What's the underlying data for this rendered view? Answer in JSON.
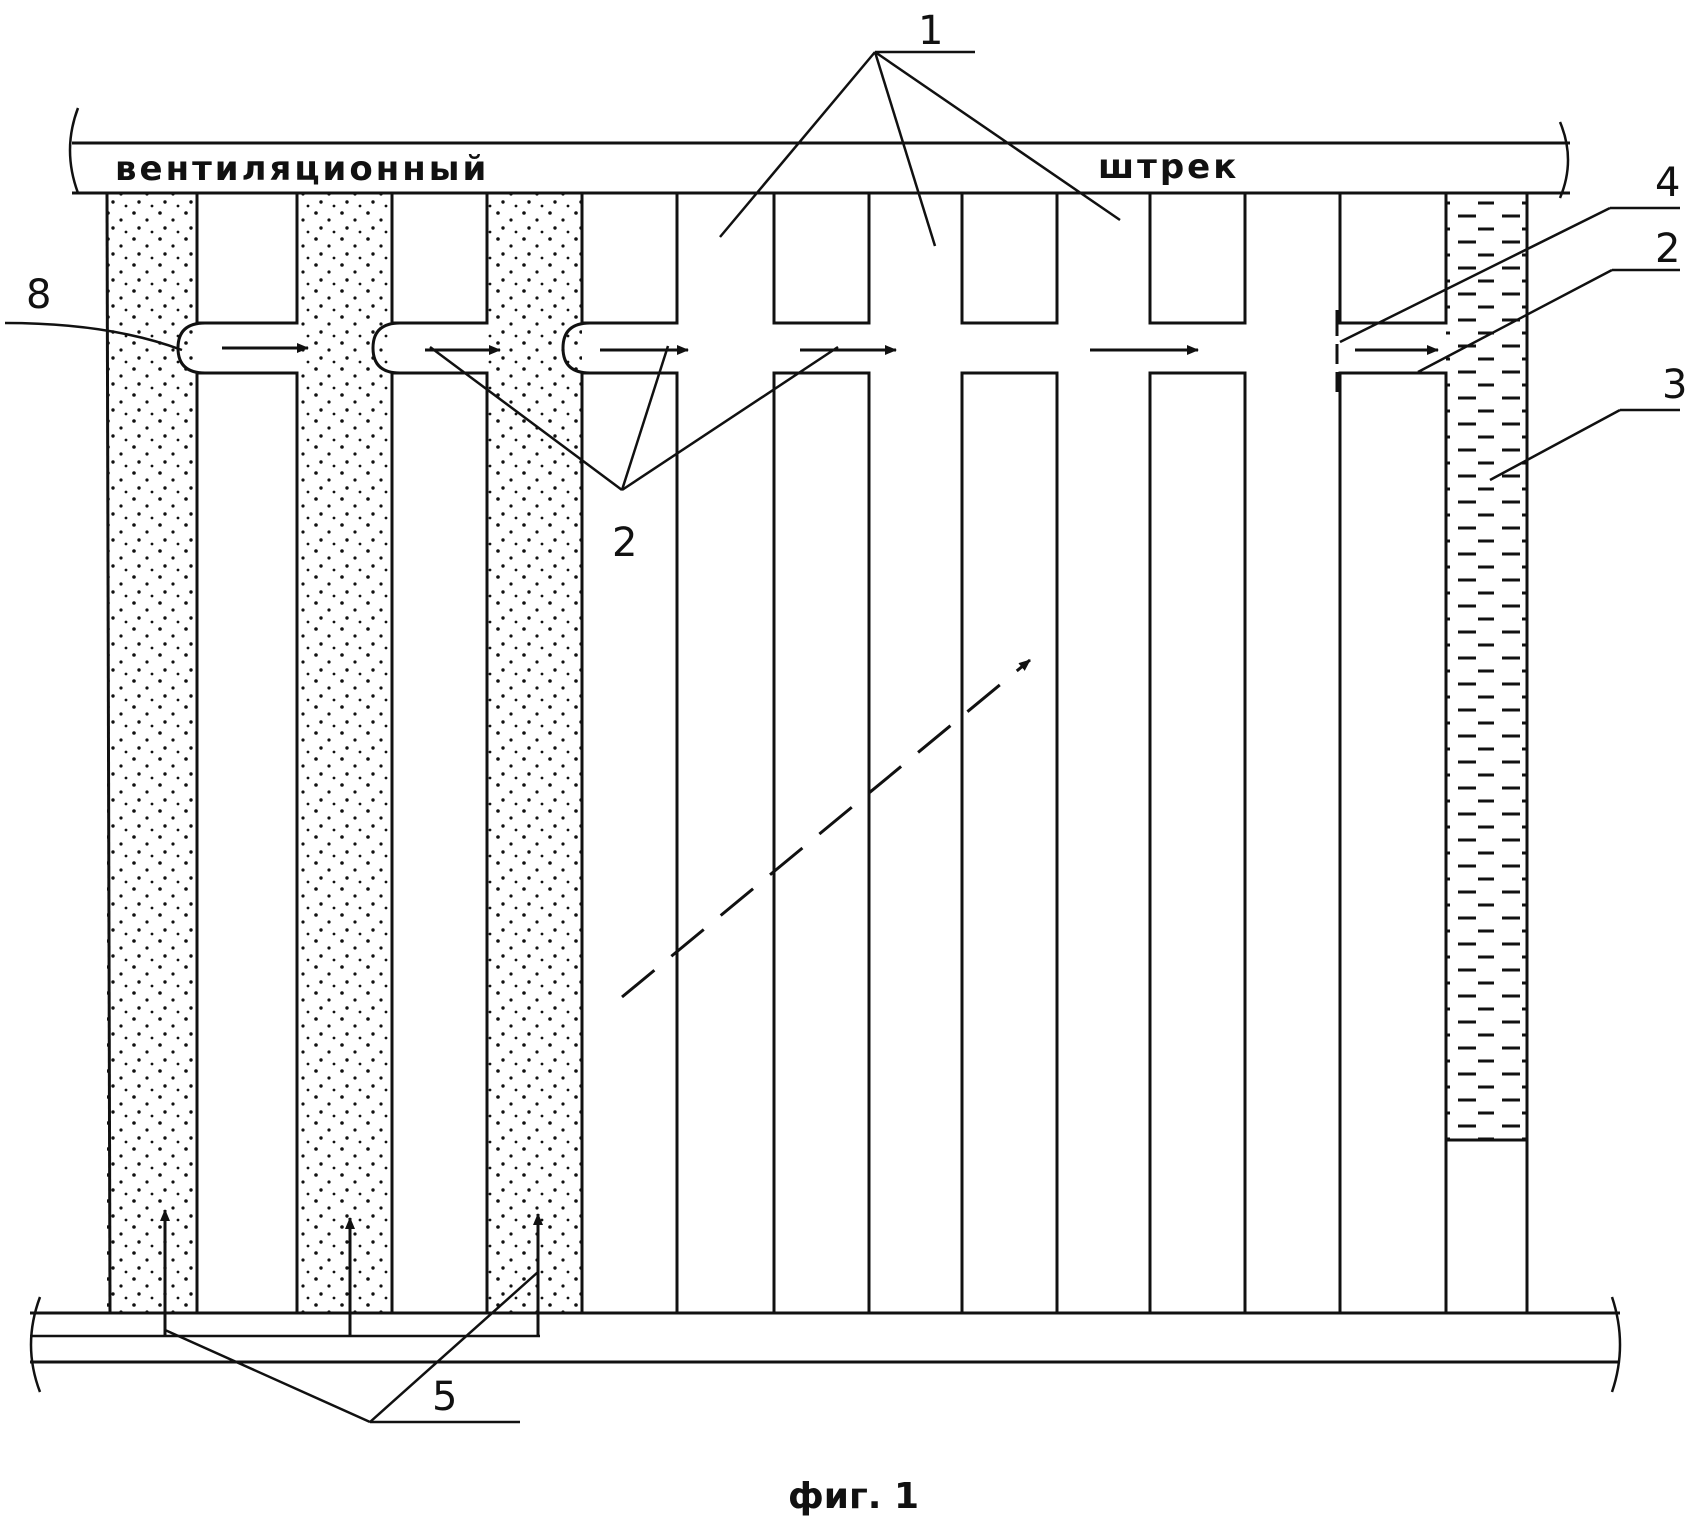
{
  "drift_top": {
    "label_left": "вентиляционный",
    "label_right": "штрек"
  },
  "labels": {
    "l1": "1",
    "l2_center": "2",
    "l2_right": "2",
    "l3": "3",
    "l4": "4",
    "l5": "5",
    "l8": "8"
  },
  "caption": "фиг. 1",
  "colors": {
    "ink": "#111111",
    "background": "#ffffff"
  },
  "fills": {
    "stowed_chambers": "dotted",
    "flooded_chamber": "dashed"
  }
}
